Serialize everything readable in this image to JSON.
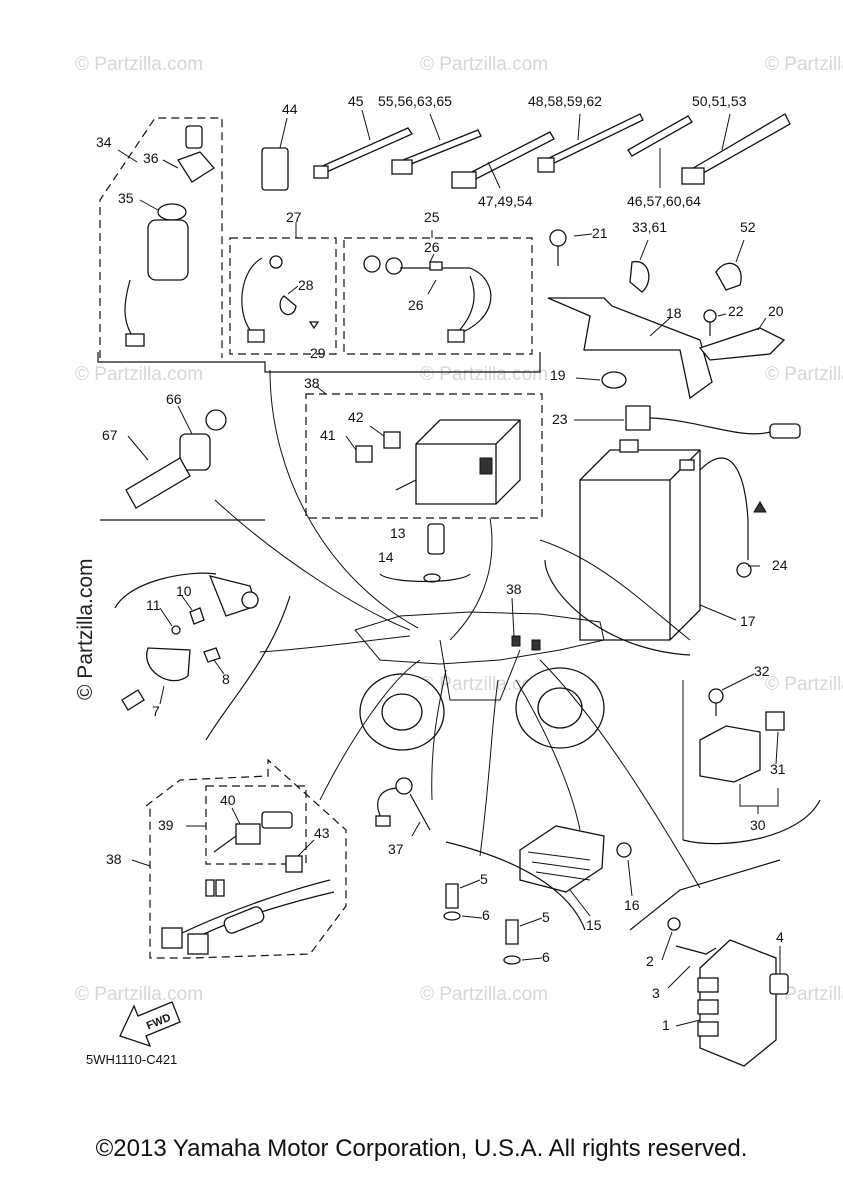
{
  "diagram": {
    "code": "5WH1110-C421",
    "fwd_label": "FWD",
    "copyright": "©2013 Yamaha Motor Corporation, U.S.A. All rights reserved.",
    "watermark": "© Partzilla.com",
    "watermark_vertical": "© Partzilla.com",
    "callouts": {
      "c1": "1",
      "c2": "2",
      "c3": "3",
      "c4": "4",
      "c5a": "5",
      "c5b": "5",
      "c6a": "6",
      "c6b": "6",
      "c7": "7",
      "c8": "8",
      "c10": "10",
      "c11": "11",
      "c13": "13",
      "c14": "14",
      "c15": "15",
      "c16": "16",
      "c17": "17",
      "c18": "18",
      "c19": "19",
      "c20": "20",
      "c21": "21",
      "c22": "22",
      "c23": "23",
      "c24": "24",
      "c25": "25",
      "c26a": "26",
      "c26b": "26",
      "c27": "27",
      "c28": "28",
      "c29": "29",
      "c30": "30",
      "c31": "31",
      "c32": "32",
      "c33": "33,61",
      "c34": "34",
      "c35": "35",
      "c36": "36",
      "c37": "37",
      "c38a": "38",
      "c38b": "38",
      "c38c": "38",
      "c39": "39",
      "c40": "40",
      "c41": "41",
      "c42": "42",
      "c43": "43",
      "c44": "44",
      "c45": "45",
      "c46": "46,57,60,64",
      "c47": "47,49,54",
      "c48": "48,58,59,62",
      "c50": "50,51,53",
      "c52": "52",
      "c55": "55,56,63,65",
      "c66": "66",
      "c67": "67"
    }
  }
}
